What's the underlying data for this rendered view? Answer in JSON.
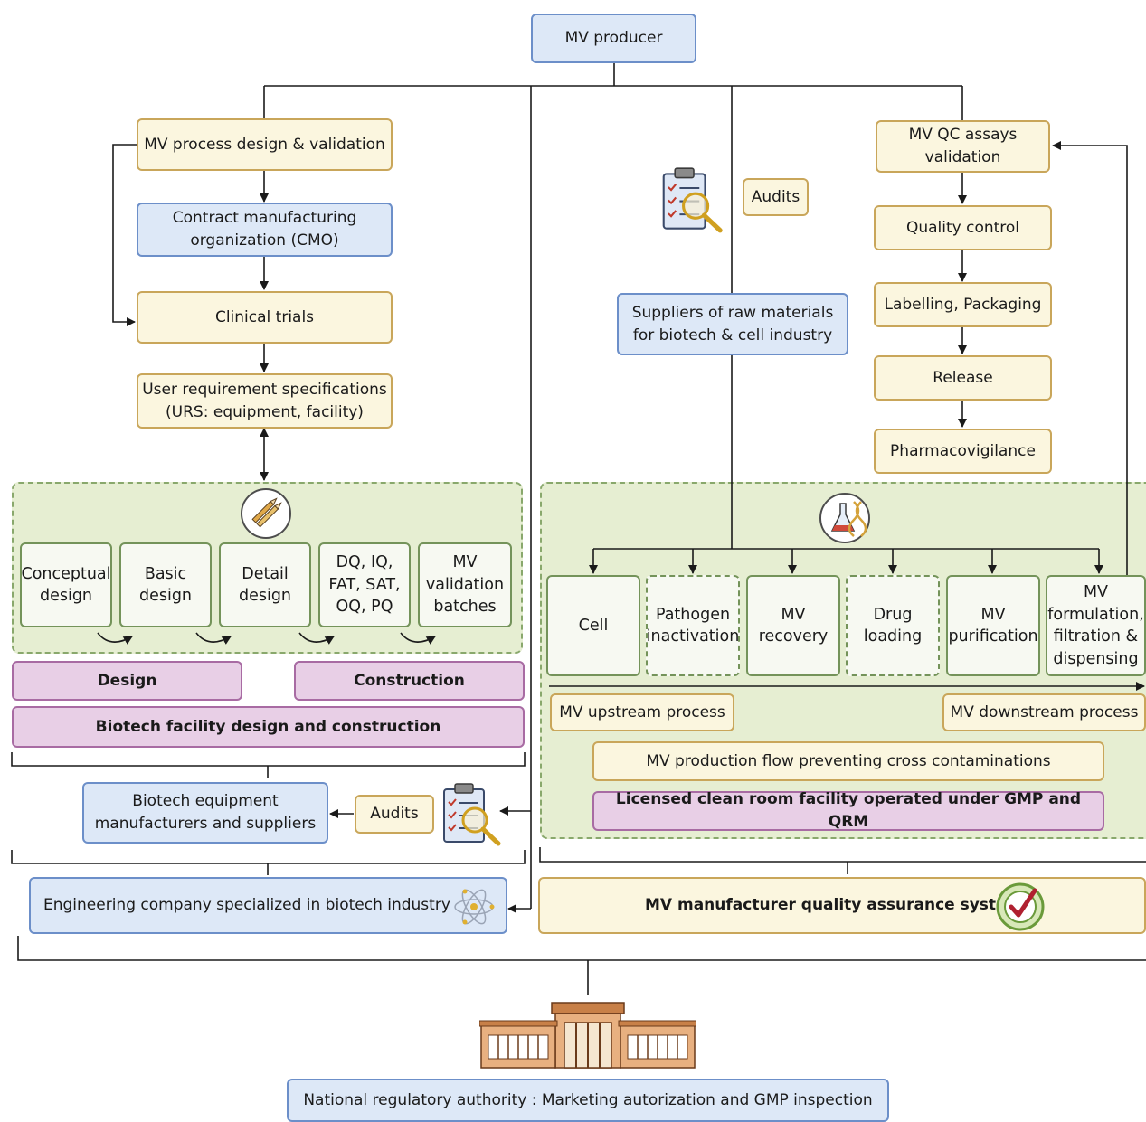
{
  "top": {
    "producer": "MV producer"
  },
  "left_column": {
    "process_design": "MV process design & validation",
    "cmo": "Contract manufacturing organization (CMO)",
    "clinical_trials": "Clinical trials",
    "urs": "User requirement specifications (URS: equipment, facility)"
  },
  "design_panel": {
    "steps": [
      "Conceptual design",
      "Basic design",
      "Detail design",
      "DQ, IQ, FAT, SAT, OQ, PQ",
      "MV validation batches"
    ],
    "design_label": "Design",
    "construction_label": "Construction",
    "facility_label": "Biotech facility design and construction"
  },
  "equipment": {
    "suppliers": "Biotech equipment manufacturers and suppliers",
    "audits": "Audits",
    "engineering": "Engineering company specialized in biotech industry"
  },
  "middle": {
    "audits": "Audits",
    "raw_suppliers": "Suppliers of raw materials for biotech & cell industry"
  },
  "qc_column": {
    "qc_validation": "MV QC assays validation",
    "quality_control": "Quality control",
    "labelling": "Labelling, Packaging",
    "release": "Release",
    "pharmacovigilance": "Pharmacovigilance"
  },
  "production_panel": {
    "steps": [
      "Cell",
      "Pathogen inactivation",
      "MV recovery",
      "Drug loading",
      "MV purification",
      "MV formulation, filtration & dispensing"
    ],
    "upstream": "MV upstream process",
    "downstream": "MV downstream process",
    "flow": "MV production flow preventing cross contaminations",
    "licensed": "Licensed clean room facility operated under GMP and QRM",
    "qa_system": "MV manufacturer quality assurance system"
  },
  "authority": "National regulatory authority : Marketing autorization and GMP inspection",
  "colors": {
    "yellow_fill": "#fbf6df",
    "blue_fill": "#dde8f7",
    "pink_fill": "#e8cfe6",
    "green_panel": "#e6eed2",
    "green_border": "#89a86c"
  },
  "icons": [
    "pencils-icon",
    "flask-dna-icon",
    "clipboard-magnifier-icon",
    "atom-icon",
    "checkmark-badge-icon",
    "government-building-icon"
  ]
}
